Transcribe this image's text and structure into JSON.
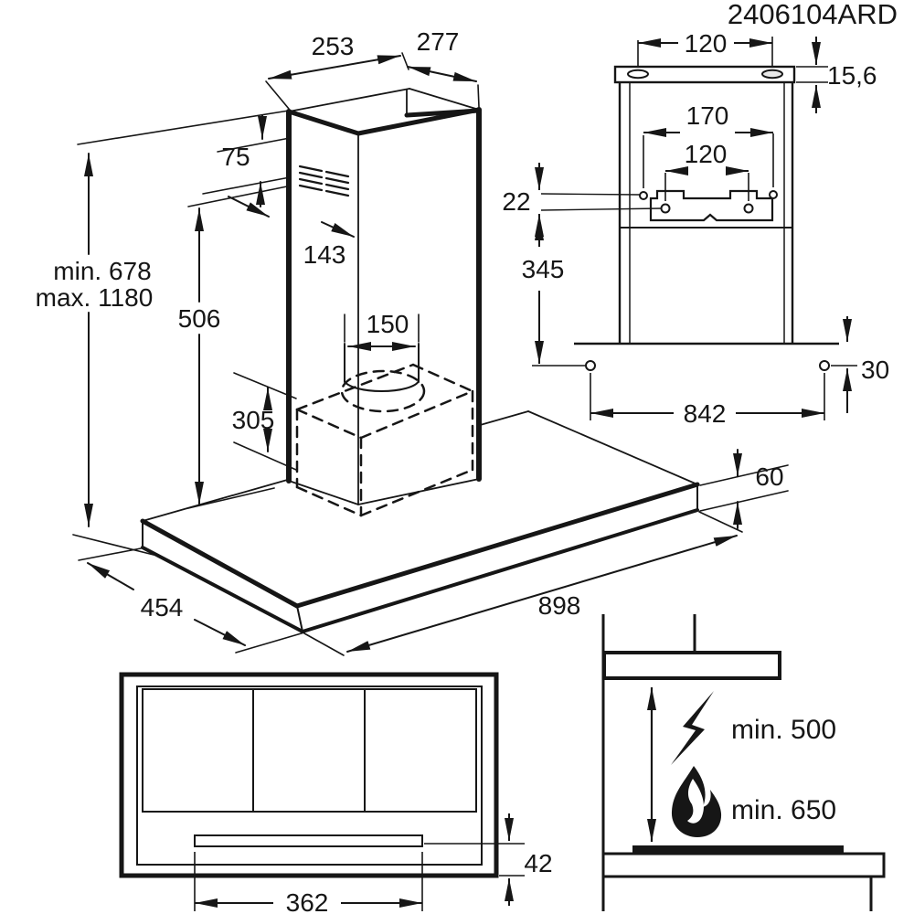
{
  "product_code": "2406104ARD",
  "isometric_view": {
    "top_width": "253",
    "top_depth": "277",
    "vent_offset": "75",
    "vent_width": "143",
    "chimney_height": "506",
    "duct_diameter": "150",
    "motor_height": "305",
    "height_min": "min. 678",
    "height_max": "max. 1180",
    "hood_depth": "454",
    "hood_width": "898",
    "hood_thickness": "60"
  },
  "rear_view": {
    "slot_spacing": "120",
    "plate_thickness": "15,6",
    "hole_spacing": "170",
    "bracket_hole_spacing": "120",
    "bracket_offset": "22",
    "bracket_height": "345",
    "wall_hole_spacing": "842",
    "wall_hole_offset": "30"
  },
  "bottom_view": {
    "panel_width": "362",
    "panel_height": "42"
  },
  "clearance_view": {
    "electric_min": "min. 500",
    "gas_min": "min. 650"
  }
}
